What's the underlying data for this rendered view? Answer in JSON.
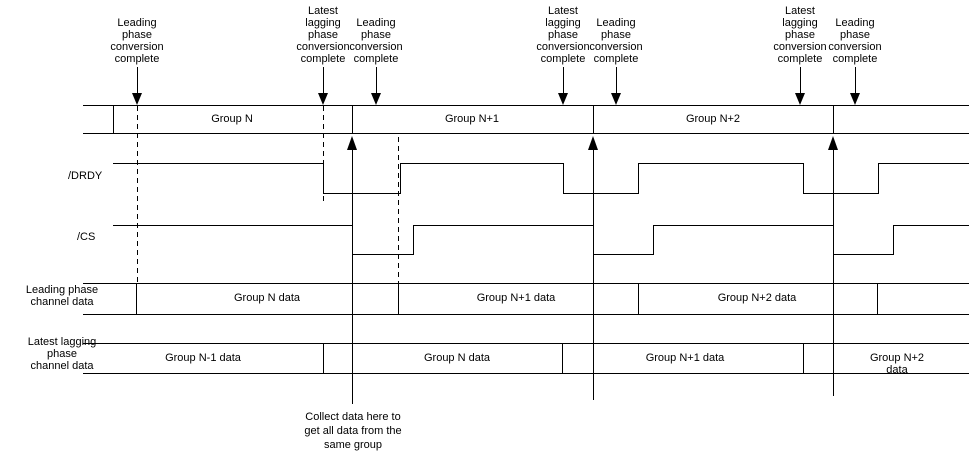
{
  "annotations": [
    {
      "label": "Leading\nphase\nconversion\ncomplete"
    },
    {
      "label": "Latest\nlagging\nphase\nconversion\ncomplete"
    },
    {
      "label": "Leading\nphase\nconversion\ncomplete"
    },
    {
      "label": "Latest\nlagging\nphase\nconversion\ncomplete"
    },
    {
      "label": "Leading\nphase\nconversion\ncomplete"
    },
    {
      "label": "Latest\nlagging\nphase\nconversion\ncomplete"
    },
    {
      "label": "Leading\nphase\nconversion\ncomplete"
    }
  ],
  "timeline": {
    "groups": [
      "Group N",
      "Group N+1",
      "Group N+2"
    ]
  },
  "signals": [
    {
      "label": "/DRDY"
    },
    {
      "label": "/CS"
    }
  ],
  "rows": {
    "leading": {
      "label": "Leading phase\nchannel data",
      "cells": [
        "Group N data",
        "Group N+1 data",
        "Group N+2 data"
      ]
    },
    "lagging": {
      "label": "Latest lagging\nphase\nchannel data",
      "cells": [
        "Group N-1 data",
        "Group N data",
        "Group N+1 data",
        "Group N+2 data"
      ]
    }
  },
  "note": {
    "label": "Collect data here to\nget all data from the\nsame group"
  },
  "colors": {
    "line": "#000000",
    "background": "#ffffff"
  }
}
